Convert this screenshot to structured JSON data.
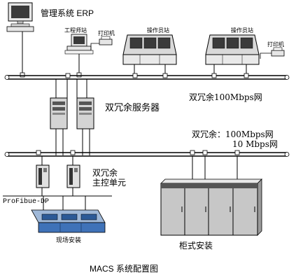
{
  "labels": {
    "erp": "管理系统 ERP",
    "engineer_station": "工程师站",
    "printer_1": "打印机",
    "operator_station_1": "操作员站",
    "operator_station_2": "操作员站",
    "printer_2": "打印机",
    "servers": "双冗余服务器",
    "net_100": "双冗余100Mbps网",
    "net_dual_line1": "双冗余：100Mbps网",
    "net_dual_line2": "10 Mbps网",
    "main_control_line1": "双冗余",
    "main_control_line2": "主控单元",
    "profibus": "ProFibue-DP",
    "field_install": "现场安装",
    "cabinet_install": "柜式安装",
    "caption": "MACS 系统配置图"
  },
  "colors": {
    "line": "#000000",
    "screen": "#3a3a3a",
    "cabinet": "#c7c7c7",
    "module": "#3f72b8"
  }
}
